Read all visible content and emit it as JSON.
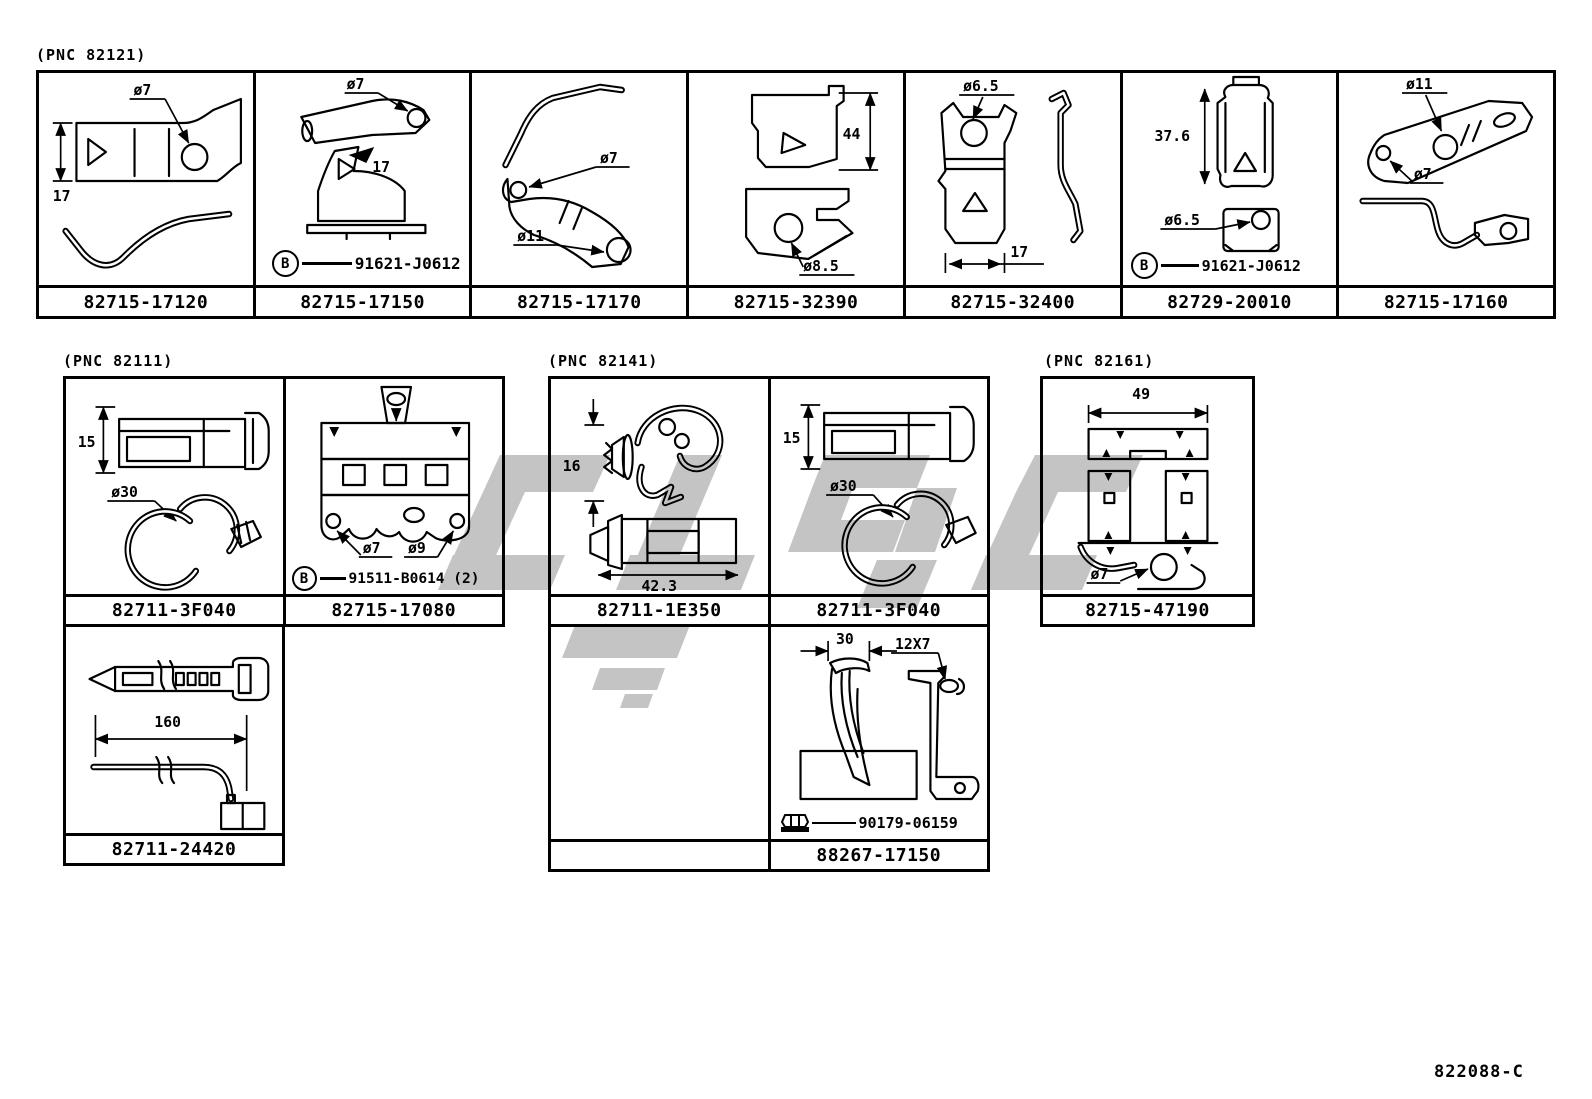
{
  "page": {
    "drawing_number": "822088-C",
    "background": "#ffffff",
    "line_color": "#000000",
    "watermark_color": "#c4c4c4"
  },
  "sections": [
    {
      "pnc_label": "(PNC 82121)",
      "cells": [
        {
          "part_number": "82715-17120",
          "dims": [
            "ø7",
            "17"
          ]
        },
        {
          "part_number": "82715-17150",
          "dims": [
            "ø7",
            "17"
          ],
          "sub_part": {
            "badge": "B",
            "number": "91621-J0612"
          }
        },
        {
          "part_number": "82715-17170",
          "dims": [
            "ø7",
            "ø11"
          ]
        },
        {
          "part_number": "82715-32390",
          "dims": [
            "44",
            "ø8.5"
          ]
        },
        {
          "part_number": "82715-32400",
          "dims": [
            "ø6.5",
            "17"
          ]
        },
        {
          "part_number": "82729-20010",
          "dims": [
            "37.6",
            "ø6.5"
          ],
          "sub_part": {
            "badge": "B",
            "number": "91621-J0612"
          }
        },
        {
          "part_number": "82715-17160",
          "dims": [
            "ø11",
            "ø7"
          ]
        }
      ]
    },
    {
      "pnc_label": "(PNC 82111)",
      "cells": [
        {
          "part_number": "82711-3F040",
          "dims": [
            "15",
            "ø30"
          ]
        },
        {
          "part_number": "82715-17080",
          "dims": [
            "ø7",
            "ø9"
          ],
          "sub_part": {
            "badge": "B",
            "number": "91511-B0614 (2)"
          }
        },
        {
          "part_number": "82711-24420",
          "dims": [
            "160"
          ]
        }
      ]
    },
    {
      "pnc_label": "(PNC 82141)",
      "cells": [
        {
          "part_number": "82711-1E350",
          "dims": [
            "16",
            "42.3"
          ]
        },
        {
          "part_number": "82711-3F040",
          "dims": [
            "15",
            "ø30"
          ]
        },
        {
          "part_number": "88267-17150",
          "dims": [
            "30",
            "12X7"
          ],
          "sub_part": {
            "icon": "nut-icon",
            "number": "90179-06159"
          }
        }
      ]
    },
    {
      "pnc_label": "(PNC 82161)",
      "cells": [
        {
          "part_number": "82715-47190",
          "dims": [
            "49",
            "ø7"
          ]
        }
      ]
    }
  ]
}
